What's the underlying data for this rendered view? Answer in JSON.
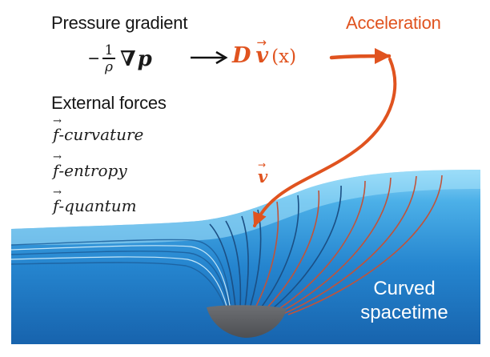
{
  "labels": {
    "pressure_gradient": "Pressure gradient",
    "acceleration": "Acceleration",
    "external_forces": "External forces",
    "velocity_symbol": "v",
    "curved": "Curved",
    "spacetime": "spacetime"
  },
  "equation": {
    "minus": "−",
    "numerator": "1",
    "denominator": "ρ",
    "nabla": "∇",
    "p": "p",
    "arrow": "⟶",
    "D": "D",
    "v": "v",
    "arg": "(x)"
  },
  "forces": [
    {
      "symbol": "f",
      "name": "-curvature"
    },
    {
      "symbol": "f",
      "name": "-entropy"
    },
    {
      "symbol": "f",
      "name": "-quantum"
    }
  ],
  "colors": {
    "accent": "#e0531f",
    "water_light": "#7ccdf3",
    "water_mid": "#3aa0de",
    "water_deep": "#1a6fba",
    "well": "#5d5f63"
  }
}
